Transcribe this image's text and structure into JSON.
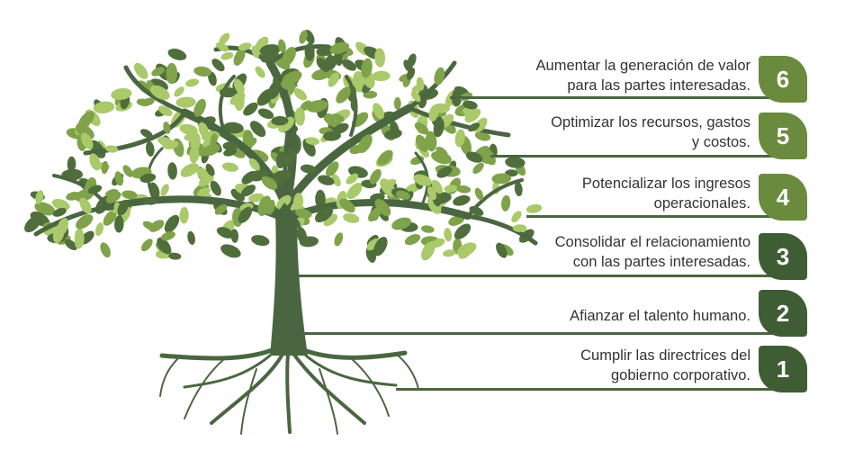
{
  "goals": [
    {
      "number": "6",
      "line1": "Aumentar la generación de valor",
      "line2": "para las partes interesadas.",
      "color": "#6a8a3e"
    },
    {
      "number": "5",
      "line1": "Optimizar los recursos, gastos",
      "line2": "y costos.",
      "color": "#6a8a3e"
    },
    {
      "number": "4",
      "line1": "Potencializar los ingresos",
      "line2": "operacionales.",
      "color": "#6a8a3e"
    },
    {
      "number": "3",
      "line1": "Consolidar el relacionamiento",
      "line2": "con las partes interesadas.",
      "color": "#3f5d35"
    },
    {
      "number": "2",
      "line1": "Afianzar el talento humano.",
      "line2": "",
      "color": "#3f5d35"
    },
    {
      "number": "1",
      "line1": "Cumplir las directrices del",
      "line2": "gobierno corporativo.",
      "color": "#3f5d35"
    }
  ],
  "colors": {
    "trunk": "#4a6640",
    "leaf_dark": "#4f6e3c",
    "leaf_mid": "#7fa24a",
    "leaf_light": "#a9c96a"
  }
}
